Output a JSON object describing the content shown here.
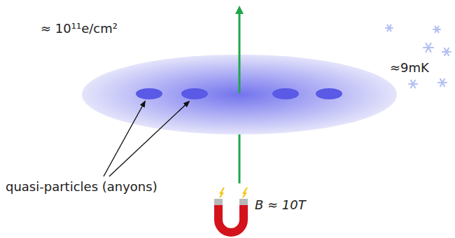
{
  "diagram": {
    "labels": [
      "≈ 10¹¹e/cm²",
      "≈9mK",
      "quasi-particles (anyons)",
      "B ≈ 10T"
    ]
  }
}
